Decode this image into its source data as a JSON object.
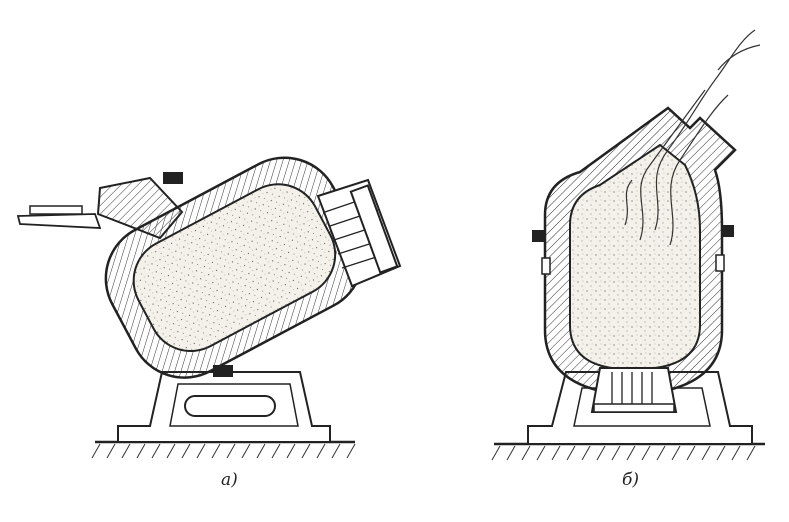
{
  "figure": {
    "panels": [
      {
        "id": "a",
        "caption": "а)",
        "depicts": "converter-tilted-pouring-position"
      },
      {
        "id": "b",
        "caption": "б)",
        "depicts": "converter-upright-blowing-position"
      }
    ],
    "colors": {
      "ink": "#222222",
      "paper": "#ffffff",
      "charge": "#f4f1ea"
    }
  }
}
